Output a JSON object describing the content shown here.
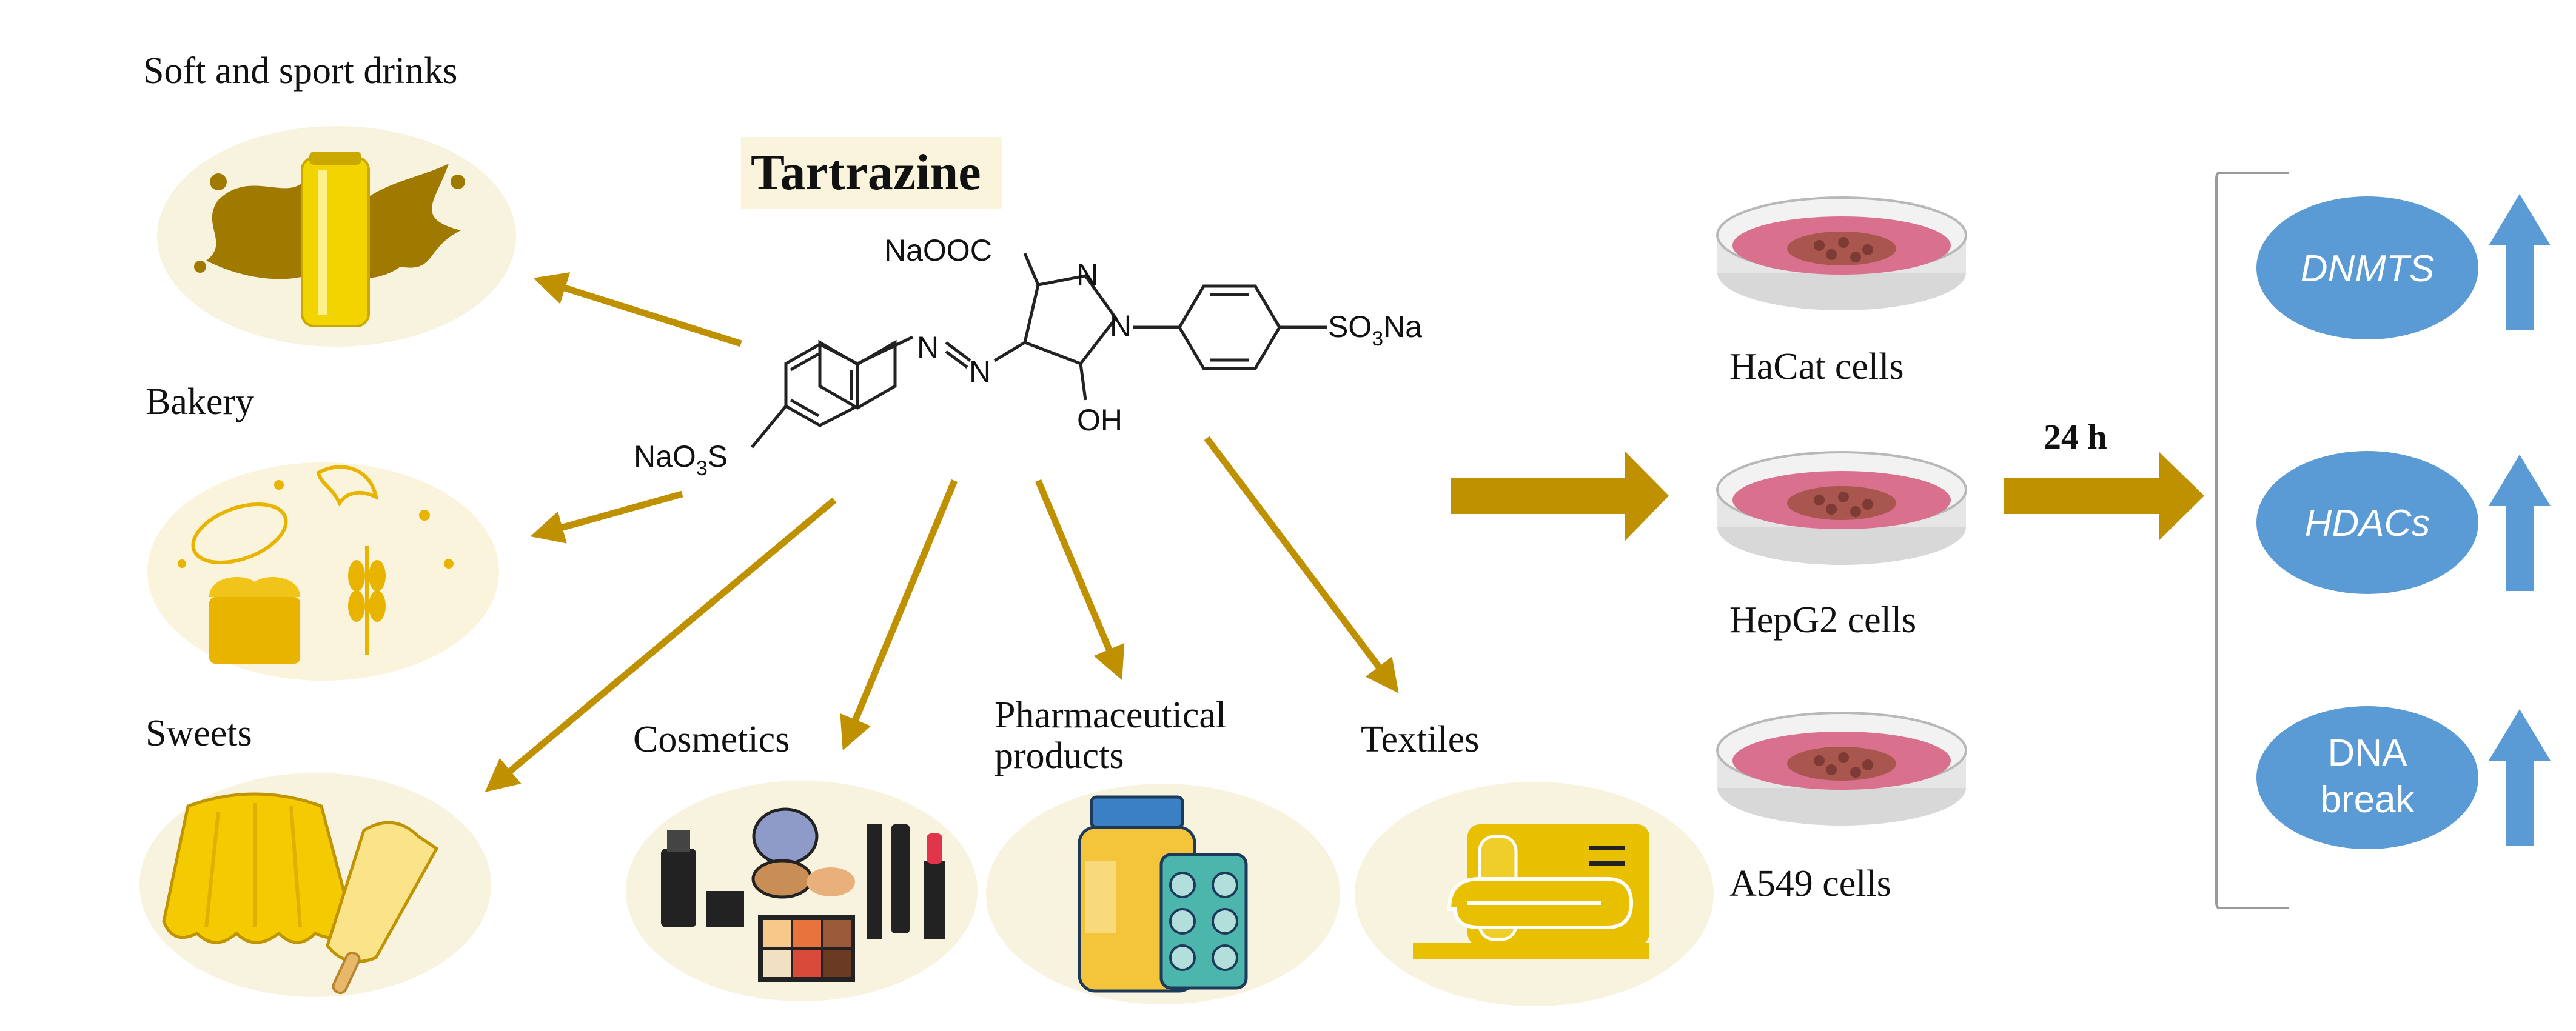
{
  "title": "Tartrazine",
  "chemistry": {
    "group_top": "NaOOC",
    "n_ring": "N",
    "n_ring_1": "N",
    "azo_n1": "N",
    "azo_n2": "N",
    "oh": "OH",
    "so3na_right_a": "SO",
    "so3na_right_sub": "3",
    "so3na_right_b": "Na",
    "nao3s_left_a": "NaO",
    "nao3s_left_sub": "3",
    "nao3s_left_b": "S"
  },
  "sources": [
    {
      "label": "Soft and sport drinks",
      "icon": "drink-can-icon"
    },
    {
      "label": "Bakery",
      "icon": "bread-icon"
    },
    {
      "label": "Sweets",
      "icon": "jelly-icon"
    },
    {
      "label": "Cosmetics",
      "icon": "makeup-icon"
    },
    {
      "label_line1": "Pharmaceutical",
      "label_line2": "products",
      "icon": "pills-icon"
    },
    {
      "label": "Textiles",
      "icon": "towel-icon"
    }
  ],
  "cells": [
    {
      "label": "HaCat cells"
    },
    {
      "label": "HepG2 cells"
    },
    {
      "label": "A549 cells"
    }
  ],
  "time": "24 h",
  "effects": [
    {
      "label_line1": "DNMTS",
      "italic": true,
      "direction": "up"
    },
    {
      "label_line1": "HDACs",
      "italic": true,
      "direction": "up"
    },
    {
      "label_line1": "DNA",
      "label_line2": "break",
      "italic": false,
      "direction": "up"
    }
  ],
  "colors": {
    "arrow": "#BF9000",
    "ellipse_bg": "#F8F3DE",
    "title_bg": "#FAF4DC",
    "effect_blue": "#5B9BD5",
    "dish_pink": "#D9708E",
    "yellow": "#E7C000"
  }
}
